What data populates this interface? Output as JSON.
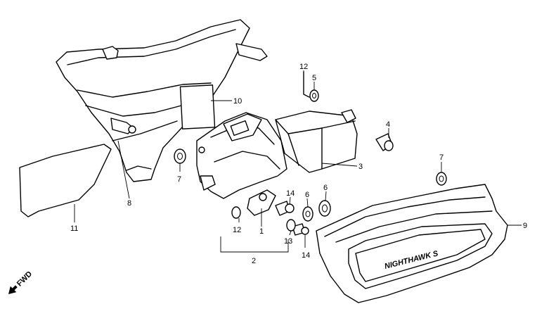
{
  "diagram": {
    "callouts": [
      {
        "id": "c1",
        "label": "1"
      },
      {
        "id": "c2",
        "label": "2"
      },
      {
        "id": "c3",
        "label": "3"
      },
      {
        "id": "c4",
        "label": "4"
      },
      {
        "id": "c5",
        "label": "5"
      },
      {
        "id": "c6a",
        "label": "6"
      },
      {
        "id": "c6b",
        "label": "6"
      },
      {
        "id": "c7a",
        "label": "7"
      },
      {
        "id": "c7b",
        "label": "7"
      },
      {
        "id": "c8",
        "label": "8"
      },
      {
        "id": "c9",
        "label": "9"
      },
      {
        "id": "c10",
        "label": "10"
      },
      {
        "id": "c11",
        "label": "11"
      },
      {
        "id": "c12a",
        "label": "12"
      },
      {
        "id": "c12b",
        "label": "12"
      },
      {
        "id": "c13",
        "label": "13"
      },
      {
        "id": "c14a",
        "label": "14"
      },
      {
        "id": "c14b",
        "label": "14"
      }
    ],
    "direction_label": "FWD",
    "emblem_text": "NIGHTHAWK S"
  }
}
